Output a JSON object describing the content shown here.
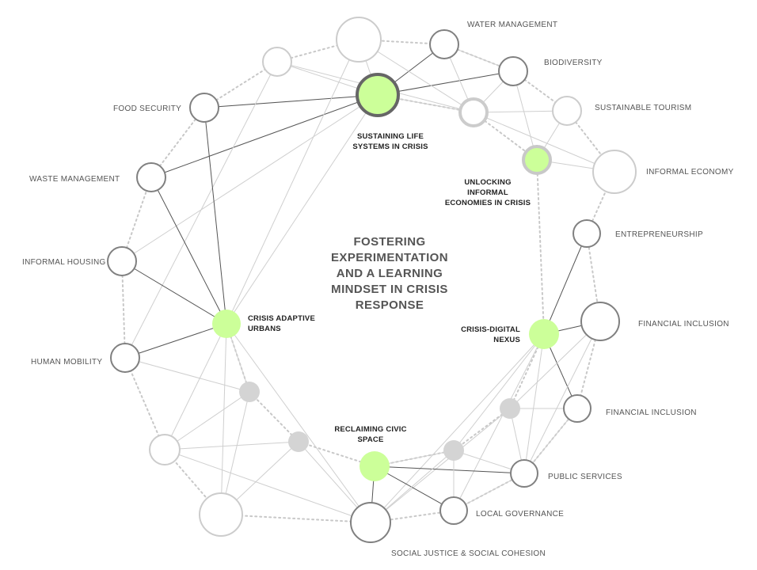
{
  "center_title": [
    "FOSTERING",
    "EXPERIMENTATION",
    "AND A LEARNING",
    "MINDSET IN CRISIS",
    "RESPONSE"
  ],
  "hubs": [
    {
      "id": "sustaining",
      "lines": [
        "SUSTAINING LIFE",
        "SYSTEMS IN CRISIS"
      ]
    },
    {
      "id": "unlocking",
      "lines": [
        "UNLOCKING",
        "INFORMAL",
        "ECONOMIES IN CRISIS"
      ]
    },
    {
      "id": "crisis-adaptive",
      "lines": [
        "CRISIS ADAPTIVE",
        "URBANS"
      ]
    },
    {
      "id": "crisis-digital",
      "lines": [
        "CRISIS-DIGITAL",
        "NEXUS"
      ]
    },
    {
      "id": "reclaiming",
      "lines": [
        "RECLAIMING CIVIC",
        "SPACE"
      ]
    }
  ],
  "topics": [
    {
      "id": "water",
      "label": "WATER MANAGEMENT"
    },
    {
      "id": "biodiversity",
      "label": "BIODIVERSITY"
    },
    {
      "id": "tourism",
      "label": "SUSTAINABLE TOURISM"
    },
    {
      "id": "informal-economy",
      "label": "INFORMAL ECONOMY"
    },
    {
      "id": "entrepreneurship",
      "label": "ENTREPRENEURSHIP"
    },
    {
      "id": "financial-1",
      "label": "FINANCIAL INCLUSION"
    },
    {
      "id": "financial-2",
      "label": "FINANCIAL INCLUSION"
    },
    {
      "id": "public-services",
      "label": "PUBLIC SERVICES"
    },
    {
      "id": "local-governance",
      "label": "LOCAL GOVERNANCE"
    },
    {
      "id": "social-justice",
      "label": "SOCIAL JUSTICE & SOCIAL COHESION"
    },
    {
      "id": "human-mobility",
      "label": "HUMAN MOBILITY"
    },
    {
      "id": "informal-housing",
      "label": "INFORMAL HOUSING"
    },
    {
      "id": "waste",
      "label": "WASTE MANAGEMENT"
    },
    {
      "id": "food",
      "label": "FOOD SECURITY"
    }
  ],
  "colors": {
    "hub_fill": "#ccff99",
    "hub_stroke_dark": "#666666",
    "hub_stroke_light": "#c8c8c8",
    "node_stroke": "#808080",
    "node_stroke_light": "#cccccc",
    "filled_gray": "#d4d4d4",
    "edge_dark": "#555555",
    "edge_light": "#cfcfcf",
    "ring": "#c8c8c8"
  }
}
